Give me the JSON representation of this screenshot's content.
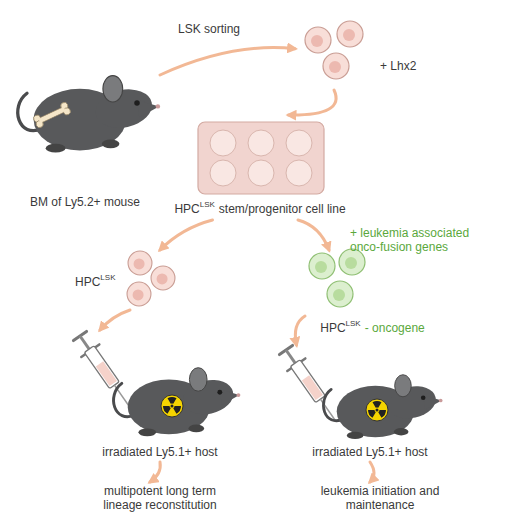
{
  "diagram": {
    "nodes": [
      {
        "text": [
          "BM of Ly5.2+ mouse"
        ]
      },
      {
        "text": [
          "+ Lhx2"
        ]
      },
      {
        "text": [
          "HPC",
          "LSK",
          "stem/progenitor cell line"
        ]
      },
      {
        "text": [
          "HPC",
          "LSK"
        ]
      },
      {
        "text": [
          "HPC",
          "LSK",
          "- oncogene"
        ]
      },
      {
        "text": [
          "irradiated Ly5.1+ host"
        ]
      },
      {
        "text": [
          "irradiated Ly5.1+ host"
        ]
      },
      {
        "text": [
          "multipotent long term lineage reconstitution"
        ]
      },
      {
        "text": [
          "leukemia initiation and maintenance"
        ]
      }
    ],
    "edges": [
      {
        "from": 0,
        "to": 1,
        "label": "LSK sorting",
        "arrow": "to"
      },
      {
        "from": 1,
        "to": 2,
        "arrow": "to"
      },
      {
        "from": 2,
        "to": 3,
        "arrow": "to"
      },
      {
        "from": 2,
        "to": 4,
        "label": "+ leukemia associated onco-fusion genes",
        "arrow": "to"
      },
      {
        "from": 3,
        "to": 5,
        "arrow": "to"
      },
      {
        "from": 4,
        "to": 6,
        "arrow": "to"
      },
      {
        "from": 5,
        "to": 7,
        "arrow": "to"
      },
      {
        "from": 6,
        "to": 8,
        "arrow": "to"
      }
    ]
  }
}
